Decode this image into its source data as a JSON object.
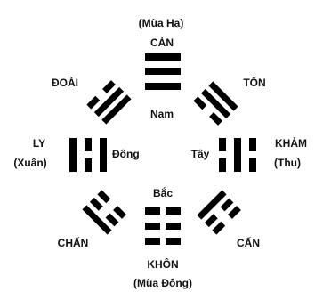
{
  "trigrams": {
    "north_top": {
      "name": "CÀN",
      "season": "(Mùa  Hạ)"
    },
    "south_bottom": {
      "name": "KHÔN",
      "season": "(Mùa Đông)"
    },
    "left_west": {
      "name": "LY",
      "season": "(Xuân)"
    },
    "right_east": {
      "name": "KHẢM",
      "season": "(Thu)"
    },
    "top_left": {
      "name": "ĐOÀI"
    },
    "top_right": {
      "name": "TỐN"
    },
    "bottom_left": {
      "name": "CHẤN"
    },
    "bottom_right": {
      "name": "CẤN"
    }
  },
  "directions": {
    "top": "Nam",
    "bottom": "Bắc",
    "left": "Đông",
    "right": "Tây"
  },
  "colors": {
    "ink": "#000000",
    "background": "#ffffff"
  }
}
